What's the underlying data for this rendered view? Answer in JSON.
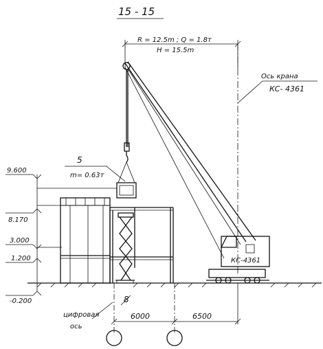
{
  "section_label": "15 - 15",
  "crane": {
    "params_line1": "R = 12.5m ;  Q = 1.8т",
    "params_line2": "H = 15.5m",
    "axis_label": "Ось крана",
    "model_label": "КС- 4361",
    "cab_label": "КС-4361"
  },
  "load": {
    "number": "5",
    "mass": "m= 0.63т"
  },
  "levels": [
    "9.600",
    "8.170",
    "3.000",
    "1.200",
    "-0.200"
  ],
  "grid": {
    "label_line1": "цифровая",
    "label_line2": "ось",
    "marker": "8",
    "dim1": "6000",
    "dim2": "6500"
  }
}
